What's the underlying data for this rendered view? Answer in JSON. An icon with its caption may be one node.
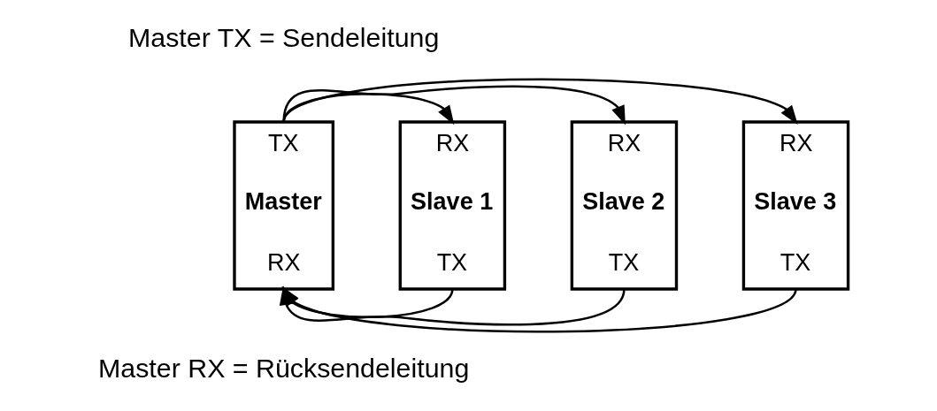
{
  "diagram": {
    "nodes": [
      {
        "text": [
          "TX",
          "Master",
          "RX"
        ]
      },
      {
        "text": [
          "RX",
          "Slave 1",
          "TX"
        ]
      },
      {
        "text": [
          "RX",
          "Slave 2",
          "TX"
        ]
      },
      {
        "text": [
          "RX",
          "Slave 3",
          "TX"
        ]
      }
    ],
    "edges": [
      {
        "from": 0,
        "to": 1,
        "arrow": "to"
      },
      {
        "from": 0,
        "to": 2,
        "arrow": "to"
      },
      {
        "from": 0,
        "to": 3,
        "arrow": "to"
      },
      {
        "from": 1,
        "to": 0,
        "arrow": "to"
      },
      {
        "from": 2,
        "to": 0,
        "arrow": "to"
      },
      {
        "from": 3,
        "to": 0,
        "arrow": "to"
      }
    ],
    "labels": [
      "Master TX = Sendeleitung",
      "Master RX = Rücksendeleitung"
    ]
  }
}
